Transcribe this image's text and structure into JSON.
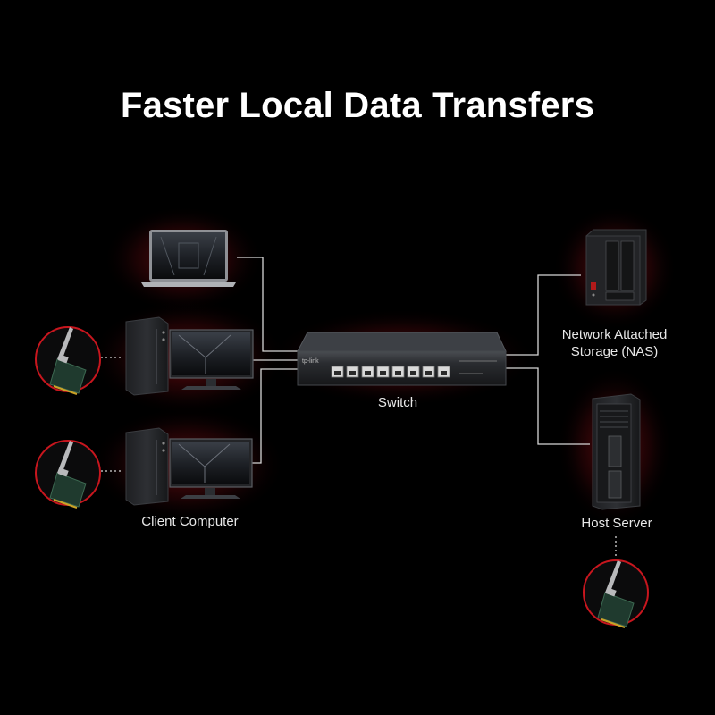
{
  "title": "Faster Local Data Transfers",
  "labels": {
    "switch": "Switch",
    "nas_line1": "Network Attached",
    "nas_line2": "Storage (NAS)",
    "client": "Client Computer",
    "server": "Host Server"
  },
  "switch_brand": "tp-link",
  "colors": {
    "background": "#000000",
    "accent_glow": "#c0141c",
    "connector_line": "#d6d6d6",
    "text": "#ffffff"
  },
  "icons": [
    "laptop-icon",
    "desktop-tower-icon",
    "monitor-icon",
    "network-adapter-card-icon",
    "network-switch-icon",
    "nas-icon",
    "server-tower-icon"
  ]
}
